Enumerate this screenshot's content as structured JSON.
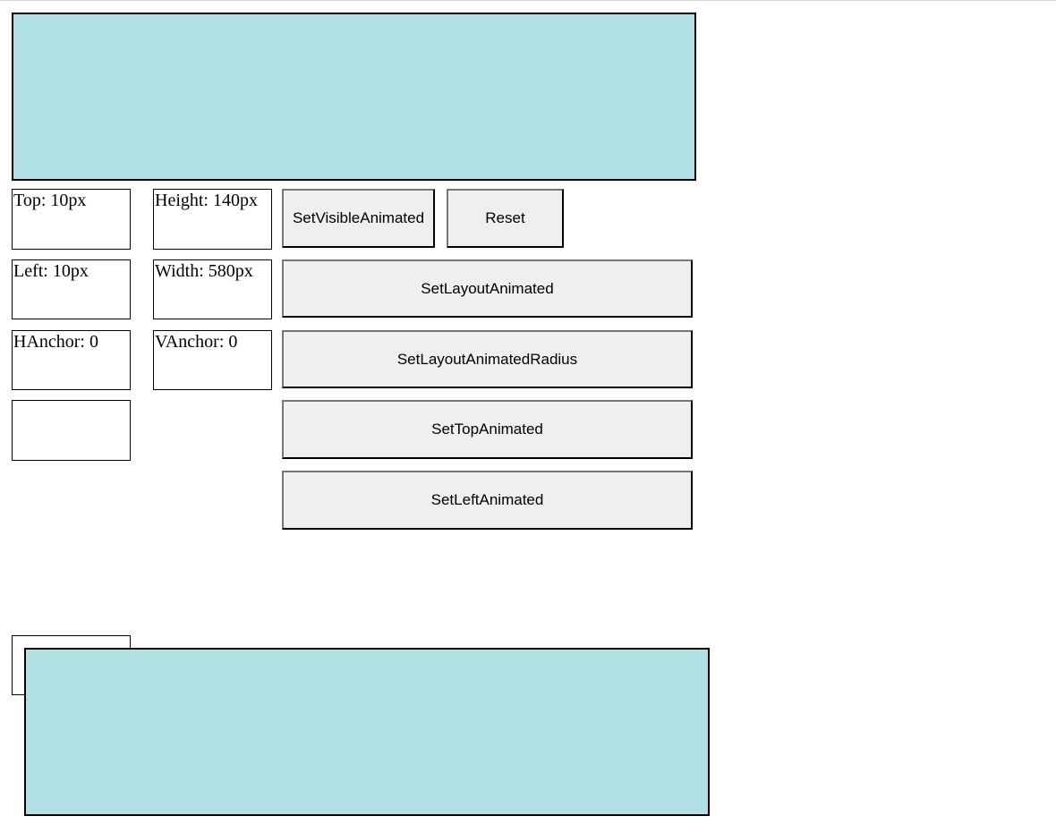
{
  "colors": {
    "panel_fill": "#b0dfe4",
    "button_fill": "#efefef",
    "border": "#000000"
  },
  "fields": {
    "top": "Top: 10px",
    "height": "Height: 140px",
    "left": "Left: 10px",
    "width": "Width: 580px",
    "hanchor": "HAnchor: 0",
    "vanchor": "VAnchor: 0",
    "extra": "",
    "bottom": ""
  },
  "buttons": {
    "set_visible_animated": "SetVisibleAnimated",
    "reset": "Reset",
    "set_layout_animated": "SetLayoutAnimated",
    "set_layout_animated_radius": "SetLayoutAnimatedRadius",
    "set_top_animated": "SetTopAnimated",
    "set_left_animated": "SetLeftAnimated"
  }
}
